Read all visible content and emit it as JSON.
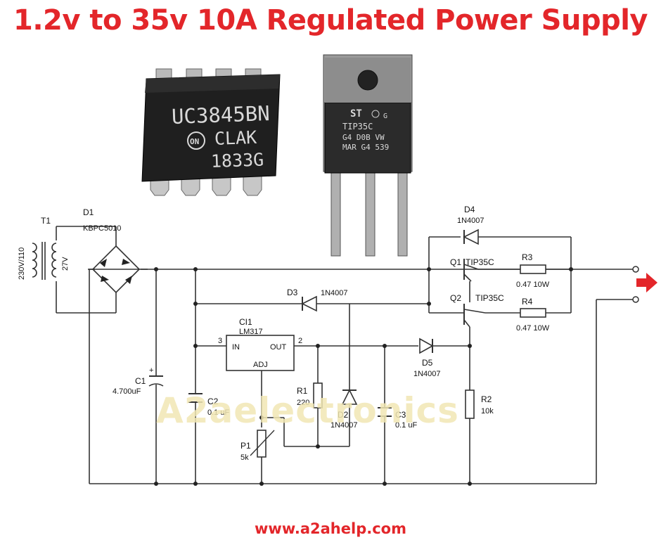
{
  "title": "1.2v to 35v 10A Regulated Power Supply",
  "footer_url": "www.a2ahelp.com",
  "watermark": "A2aelectronics",
  "colors": {
    "title": "#e3262a",
    "arrow": "#e3262a",
    "chip_body": "#1e1e1e",
    "transistor_body": "#2a2a2a"
  },
  "ic_chip": {
    "line1": "UC3845BN",
    "line2": "CLAK",
    "logo": "ON",
    "line3": "1833G"
  },
  "transistor_photo": {
    "logo": "ST",
    "line1": "TIP35C",
    "line1_suffix": "G",
    "line2": "G4 D0B VW",
    "line3": "MAR G4 539"
  },
  "components": {
    "T1": {
      "ref": "T1",
      "primary": "230V/110",
      "secondary": "27V"
    },
    "D1": {
      "ref": "D1",
      "value": "KBPC5010"
    },
    "C1": {
      "ref": "C1",
      "value": "4.700uF"
    },
    "C2": {
      "ref": "C2",
      "value": "0.1 uF"
    },
    "C3": {
      "ref": "C3",
      "value": "0.1 uF"
    },
    "CI1": {
      "ref": "CI1",
      "value": "LM317",
      "pin_in": "IN",
      "pin_out": "OUT",
      "pin_adj": "ADJ",
      "pin3": "3",
      "pin2": "2"
    },
    "D2": {
      "ref": "D2",
      "value": "1N4007"
    },
    "D3": {
      "ref": "D3",
      "value": "1N4007"
    },
    "D4": {
      "ref": "D4",
      "value": "1N4007"
    },
    "D5": {
      "ref": "D5",
      "value": "1N4007"
    },
    "R1": {
      "ref": "R1",
      "value": "220"
    },
    "R2": {
      "ref": "R2",
      "value": "10k"
    },
    "R3": {
      "ref": "R3",
      "value": "0.47 10W"
    },
    "R4": {
      "ref": "R4",
      "value": "0.47 10W"
    },
    "P1": {
      "ref": "P1",
      "value": "5k"
    },
    "Q1": {
      "ref": "Q1",
      "value": "TIP35C"
    },
    "Q2": {
      "ref": "Q2",
      "value": "TIP35C"
    }
  }
}
